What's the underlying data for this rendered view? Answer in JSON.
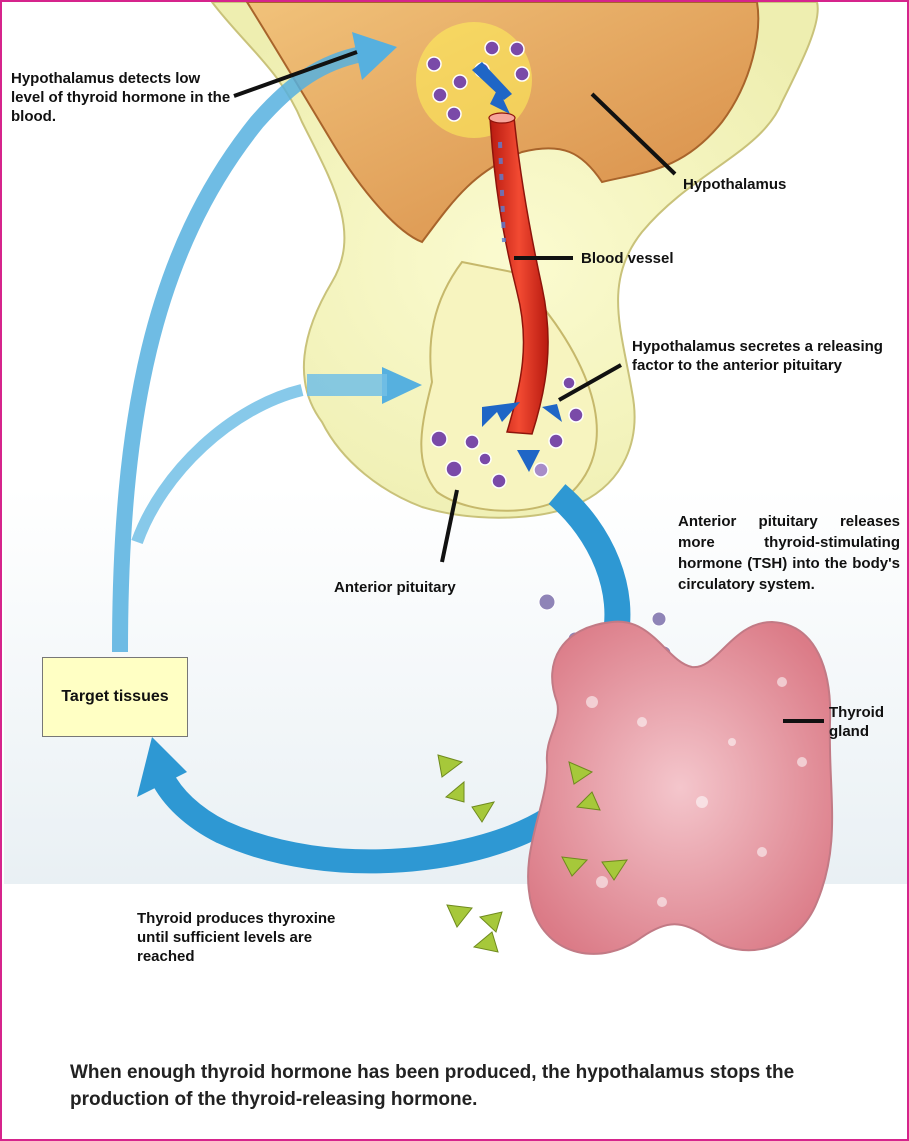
{
  "labels": {
    "hypothalamus_detects": "Hypothalamus detects low level of thyroid hormone in the blood.",
    "hypothalamus": "Hypothalamus",
    "blood_vessel": "Blood vessel",
    "secretes": "Hypothalamus secretes a releasing factor to the anterior pituitary",
    "anterior_pituitary_releases": "Anterior pituitary releases more thyroid-stimulating hormone (TSH) into the body's circulatory system.",
    "anterior_pituitary": "Anterior pituitary",
    "target_tissues": "Target tissues",
    "thyroid_gland": "Thyroid gland",
    "thyroid_produces": "Thyroid produces thyroxine until sufficient levels are reached"
  },
  "footer": "When enough thyroid hormone has been produced, the hypothalamus stops the production of the thyroid-releasing hormone.",
  "colors": {
    "border": "#d6248c",
    "arrow_blue": "#2e98d3",
    "blood_vessel": "#e02b1e",
    "hormone_dot": "#7a4aa8",
    "thyroid": "#e6a0aa",
    "thyroxine": "#9cc23a",
    "target_box": "#ffffc4"
  }
}
